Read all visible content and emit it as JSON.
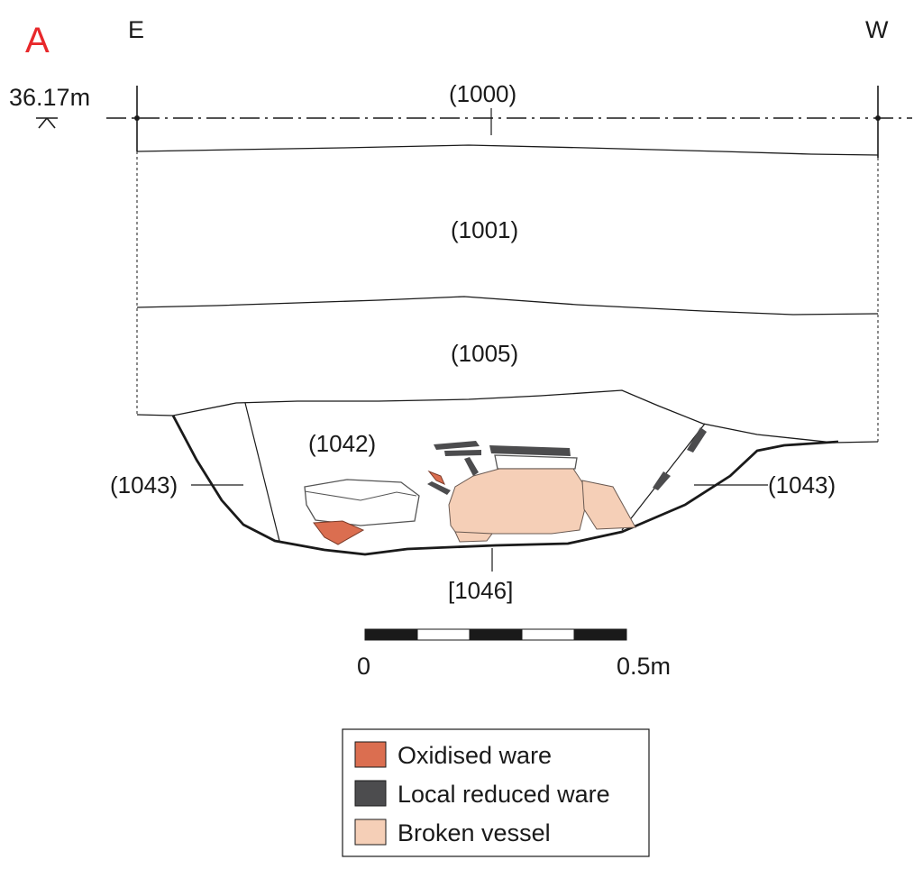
{
  "panel_label": "A",
  "orientation": {
    "left": "E",
    "right": "W"
  },
  "datum_level": "36.17m",
  "contexts": {
    "c1000": "(1000)",
    "c1001": "(1001)",
    "c1005": "(1005)",
    "c1042": "(1042)",
    "c1043_left": "(1043)",
    "c1043_right": "(1043)",
    "cut1046": "[1046]"
  },
  "scale_bar": {
    "start_label": "0",
    "end_label": "0.5m",
    "segments": 5
  },
  "legend": [
    {
      "label": "Oxidised ware",
      "color": "#db6e50"
    },
    {
      "label": "Local reduced ware",
      "color": "#4c4c4e"
    },
    {
      "label": "Broken vessel",
      "color": "#f5cfb7"
    }
  ]
}
